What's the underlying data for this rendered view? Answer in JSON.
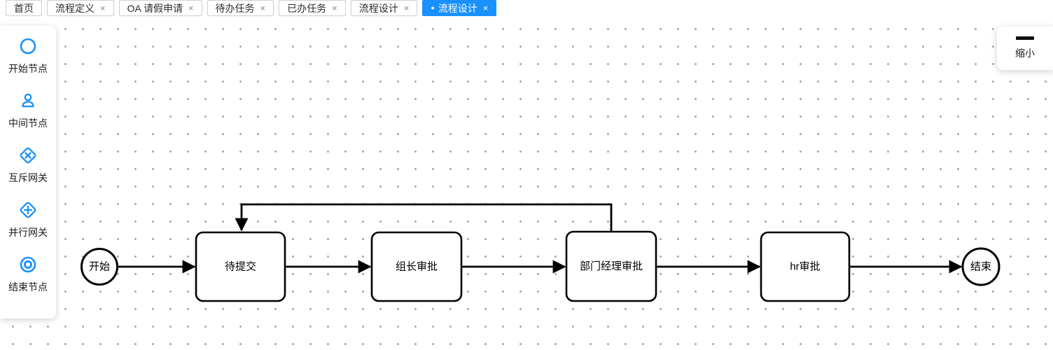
{
  "tabs": {
    "close_glyph": "×",
    "active_dot": "●",
    "items": [
      {
        "label": "首页",
        "closable": false,
        "active": false
      },
      {
        "label": "流程定义",
        "closable": true,
        "active": false
      },
      {
        "label": "OA 请假申请",
        "closable": true,
        "active": false
      },
      {
        "label": "待办任务",
        "closable": true,
        "active": false
      },
      {
        "label": "已办任务",
        "closable": true,
        "active": false
      },
      {
        "label": "流程设计",
        "closable": true,
        "active": false
      },
      {
        "label": "流程设计",
        "closable": true,
        "active": true
      }
    ]
  },
  "palette": {
    "items": [
      {
        "icon": "start-node-icon",
        "label": "开始节点"
      },
      {
        "icon": "user-node-icon",
        "label": "中间节点"
      },
      {
        "icon": "exclusive-gateway-icon",
        "label": "互斥网关"
      },
      {
        "icon": "parallel-gateway-icon",
        "label": "并行网关"
      },
      {
        "icon": "end-node-icon",
        "label": "结束节点"
      }
    ]
  },
  "zoom_control": {
    "icon": "minus-icon",
    "label": "缩小"
  },
  "flow": {
    "nodes": [
      {
        "id": "start",
        "type": "circle",
        "label": "开始"
      },
      {
        "id": "pending-submit",
        "type": "task",
        "label": "待提交"
      },
      {
        "id": "leader-approve",
        "type": "task",
        "label": "组长审批"
      },
      {
        "id": "manager-approve",
        "type": "task",
        "label": "部门经理审批"
      },
      {
        "id": "hr-approve",
        "type": "task",
        "label": "hr审批"
      },
      {
        "id": "end",
        "type": "circle",
        "label": "结束"
      }
    ],
    "edges": [
      {
        "from": "开始",
        "to": "待提交"
      },
      {
        "from": "待提交",
        "to": "组长审批"
      },
      {
        "from": "组长审批",
        "to": "部门经理审批"
      },
      {
        "from": "部门经理审批",
        "to": "hr审批"
      },
      {
        "from": "hr审批",
        "to": "结束"
      },
      {
        "from": "部门经理审批",
        "to": "待提交",
        "type": "loop-back"
      }
    ]
  },
  "colors": {
    "accent": "#1890ff",
    "flow_stroke": "#000000"
  }
}
